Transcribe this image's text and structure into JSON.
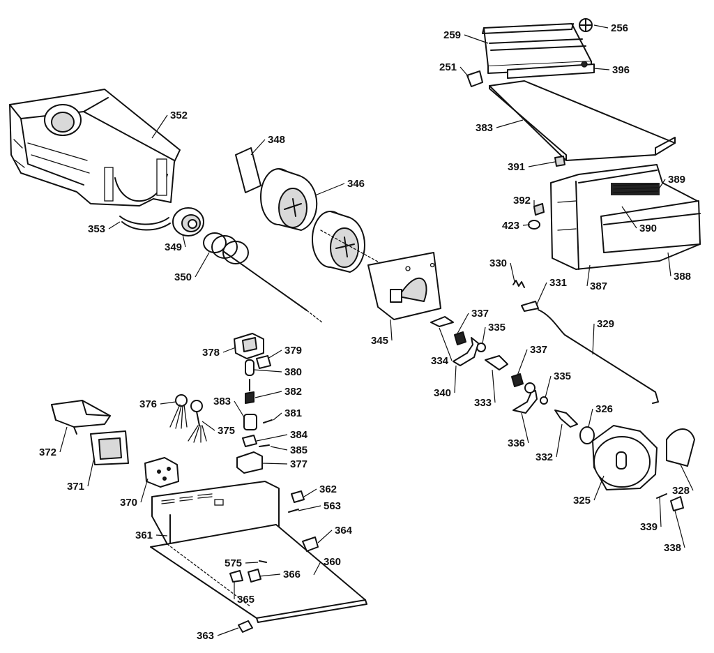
{
  "diagram": {
    "type": "exploded-parts",
    "callouts": [
      {
        "id": "c256",
        "label": "256"
      },
      {
        "id": "c259",
        "label": "259"
      },
      {
        "id": "c251",
        "label": "251"
      },
      {
        "id": "c396",
        "label": "396"
      },
      {
        "id": "c383a",
        "label": "383"
      },
      {
        "id": "c391",
        "label": "391"
      },
      {
        "id": "c389",
        "label": "389"
      },
      {
        "id": "c392",
        "label": "392"
      },
      {
        "id": "c390",
        "label": "390"
      },
      {
        "id": "c423",
        "label": "423"
      },
      {
        "id": "c387",
        "label": "387"
      },
      {
        "id": "c388",
        "label": "388"
      },
      {
        "id": "c352",
        "label": "352"
      },
      {
        "id": "c348",
        "label": "348"
      },
      {
        "id": "c346",
        "label": "346"
      },
      {
        "id": "c353",
        "label": "353"
      },
      {
        "id": "c349",
        "label": "349"
      },
      {
        "id": "c350",
        "label": "350"
      },
      {
        "id": "c345",
        "label": "345"
      },
      {
        "id": "c330",
        "label": "330"
      },
      {
        "id": "c331",
        "label": "331"
      },
      {
        "id": "c329",
        "label": "329"
      },
      {
        "id": "c337a",
        "label": "337"
      },
      {
        "id": "c335a",
        "label": "335"
      },
      {
        "id": "c334",
        "label": "334"
      },
      {
        "id": "c340",
        "label": "340"
      },
      {
        "id": "c337b",
        "label": "337"
      },
      {
        "id": "c333",
        "label": "333"
      },
      {
        "id": "c335b",
        "label": "335"
      },
      {
        "id": "c326",
        "label": "326"
      },
      {
        "id": "c336",
        "label": "336"
      },
      {
        "id": "c332",
        "label": "332"
      },
      {
        "id": "c325",
        "label": "325"
      },
      {
        "id": "c328",
        "label": "328"
      },
      {
        "id": "c339",
        "label": "339"
      },
      {
        "id": "c338",
        "label": "338"
      },
      {
        "id": "c378",
        "label": "378"
      },
      {
        "id": "c379",
        "label": "379"
      },
      {
        "id": "c380",
        "label": "380"
      },
      {
        "id": "c382",
        "label": "382"
      },
      {
        "id": "c383b",
        "label": "383"
      },
      {
        "id": "c381",
        "label": "381"
      },
      {
        "id": "c376",
        "label": "376"
      },
      {
        "id": "c375",
        "label": "375"
      },
      {
        "id": "c384",
        "label": "384"
      },
      {
        "id": "c385",
        "label": "385"
      },
      {
        "id": "c377",
        "label": "377"
      },
      {
        "id": "c372",
        "label": "372"
      },
      {
        "id": "c371",
        "label": "371"
      },
      {
        "id": "c370",
        "label": "370"
      },
      {
        "id": "c362",
        "label": "362"
      },
      {
        "id": "c563",
        "label": "563"
      },
      {
        "id": "c361",
        "label": "361"
      },
      {
        "id": "c364",
        "label": "364"
      },
      {
        "id": "c575",
        "label": "575"
      },
      {
        "id": "c366",
        "label": "366"
      },
      {
        "id": "c360",
        "label": "360"
      },
      {
        "id": "c365",
        "label": "365"
      },
      {
        "id": "c363",
        "label": "363"
      }
    ]
  }
}
